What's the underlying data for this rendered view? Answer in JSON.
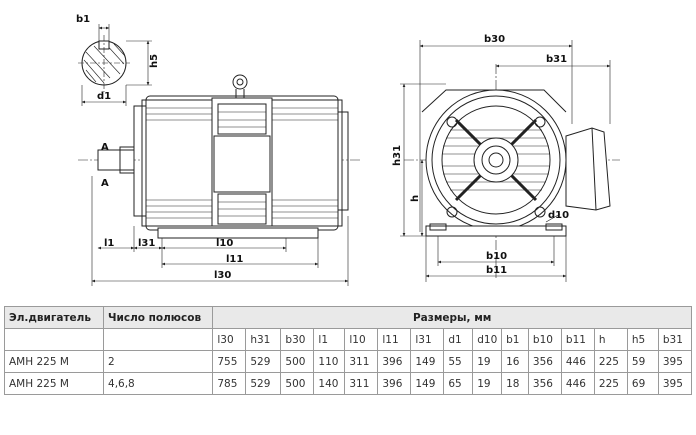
{
  "drawing": {
    "shaft_labels": {
      "b1": "b1",
      "h5": "h5",
      "d1": "d1"
    },
    "side_labels": {
      "A_top": "A",
      "A_bottom": "A",
      "l1": "l1",
      "l31": "l31",
      "l10": "l10",
      "l11": "l11",
      "l30": "l30"
    },
    "front_labels": {
      "b30": "b30",
      "b31": "b31",
      "h31": "h31",
      "h": "h",
      "d10": "d10",
      "b10": "b10",
      "b11": "b11"
    }
  },
  "table": {
    "col_motor": "Эл.двигатель",
    "col_poles": "Число полюсов",
    "col_dims": "Размеры, мм",
    "dim_headers": [
      "l30",
      "h31",
      "b30",
      "l1",
      "l10",
      "l11",
      "l31",
      "d1",
      "d10",
      "b1",
      "b10",
      "b11",
      "h",
      "h5",
      "b31"
    ],
    "rows": [
      {
        "motor": "АМН 225 М",
        "poles": "2",
        "values": [
          "755",
          "529",
          "500",
          "110",
          "311",
          "396",
          "149",
          "55",
          "19",
          "16",
          "356",
          "446",
          "225",
          "59",
          "395"
        ]
      },
      {
        "motor": "АМН 225 М",
        "poles": "4,6,8",
        "values": [
          "785",
          "529",
          "500",
          "140",
          "311",
          "396",
          "149",
          "65",
          "19",
          "18",
          "356",
          "446",
          "225",
          "69",
          "395"
        ]
      }
    ]
  }
}
